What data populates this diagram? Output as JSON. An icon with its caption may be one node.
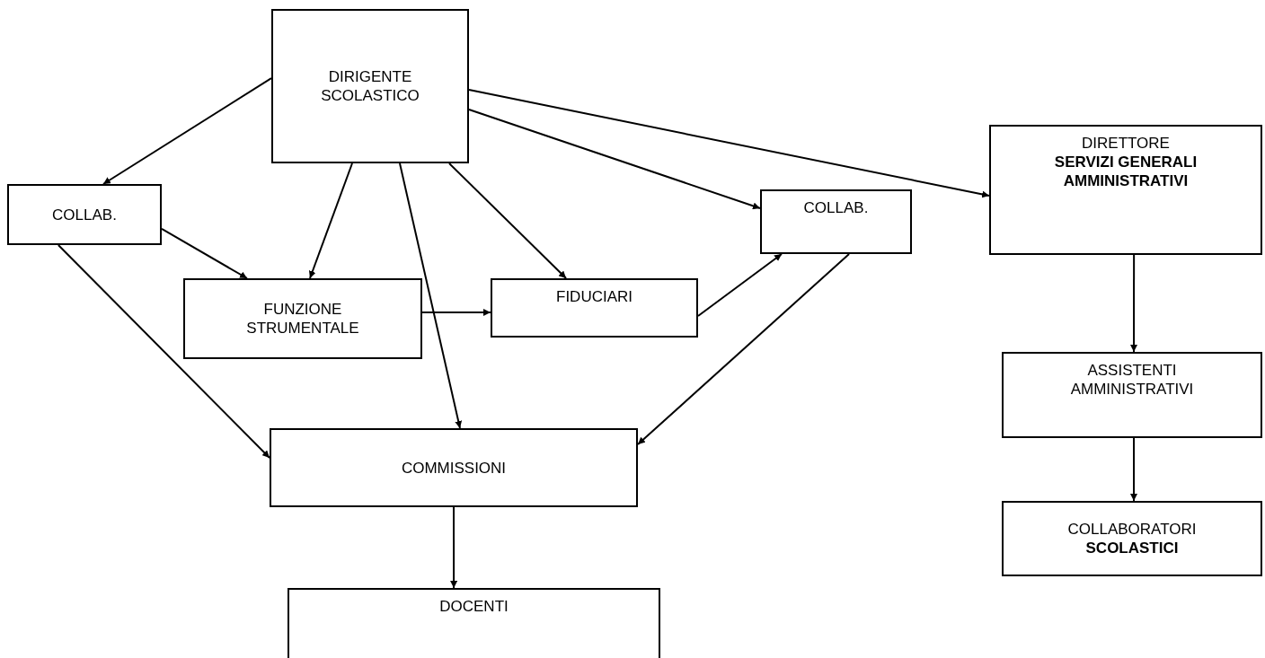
{
  "diagram": {
    "nodes": [
      {
        "text": [
          "DIRIGENTE SCOLASTICO"
        ]
      },
      {
        "text": [
          "COLLAB."
        ]
      },
      {
        "text": [
          "FUNZIONE STRUMENTALE"
        ]
      },
      {
        "text": [
          "FIDUCIARI"
        ]
      },
      {
        "text": [
          "COLLAB."
        ]
      },
      {
        "text": [
          "DIRETTORE **SERVIZI GENERALI AMMINISTRATIVI**"
        ]
      },
      {
        "text": [
          "ASSISTENTI AMMINISTRATIVI"
        ]
      },
      {
        "text": [
          "COLLABORATORI **SCOLASTICI**"
        ]
      },
      {
        "text": [
          "COMMISSIONI"
        ]
      },
      {
        "text": [
          "DOCENTI"
        ]
      }
    ],
    "edges": [
      {
        "from": 0,
        "to": 1,
        "arrow": "to"
      },
      {
        "from": 1,
        "to": 2,
        "arrow": "to"
      },
      {
        "from": 0,
        "to": 2,
        "arrow": "to"
      },
      {
        "from": 0,
        "to": 8,
        "arrow": "to"
      },
      {
        "from": 0,
        "to": 3,
        "arrow": "to"
      },
      {
        "from": 0,
        "to": 4,
        "arrow": "to"
      },
      {
        "from": 0,
        "to": 5,
        "arrow": "to"
      },
      {
        "from": 1,
        "to": 8,
        "arrow": "to"
      },
      {
        "from": 2,
        "to": 3,
        "arrow": "to"
      },
      {
        "from": 3,
        "to": 4,
        "arrow": "to"
      },
      {
        "from": 4,
        "to": 8,
        "arrow": "to"
      },
      {
        "from": 8,
        "to": 9,
        "arrow": "to"
      },
      {
        "from": 5,
        "to": 6,
        "arrow": "to"
      },
      {
        "from": 6,
        "to": 7,
        "arrow": "to"
      }
    ]
  }
}
